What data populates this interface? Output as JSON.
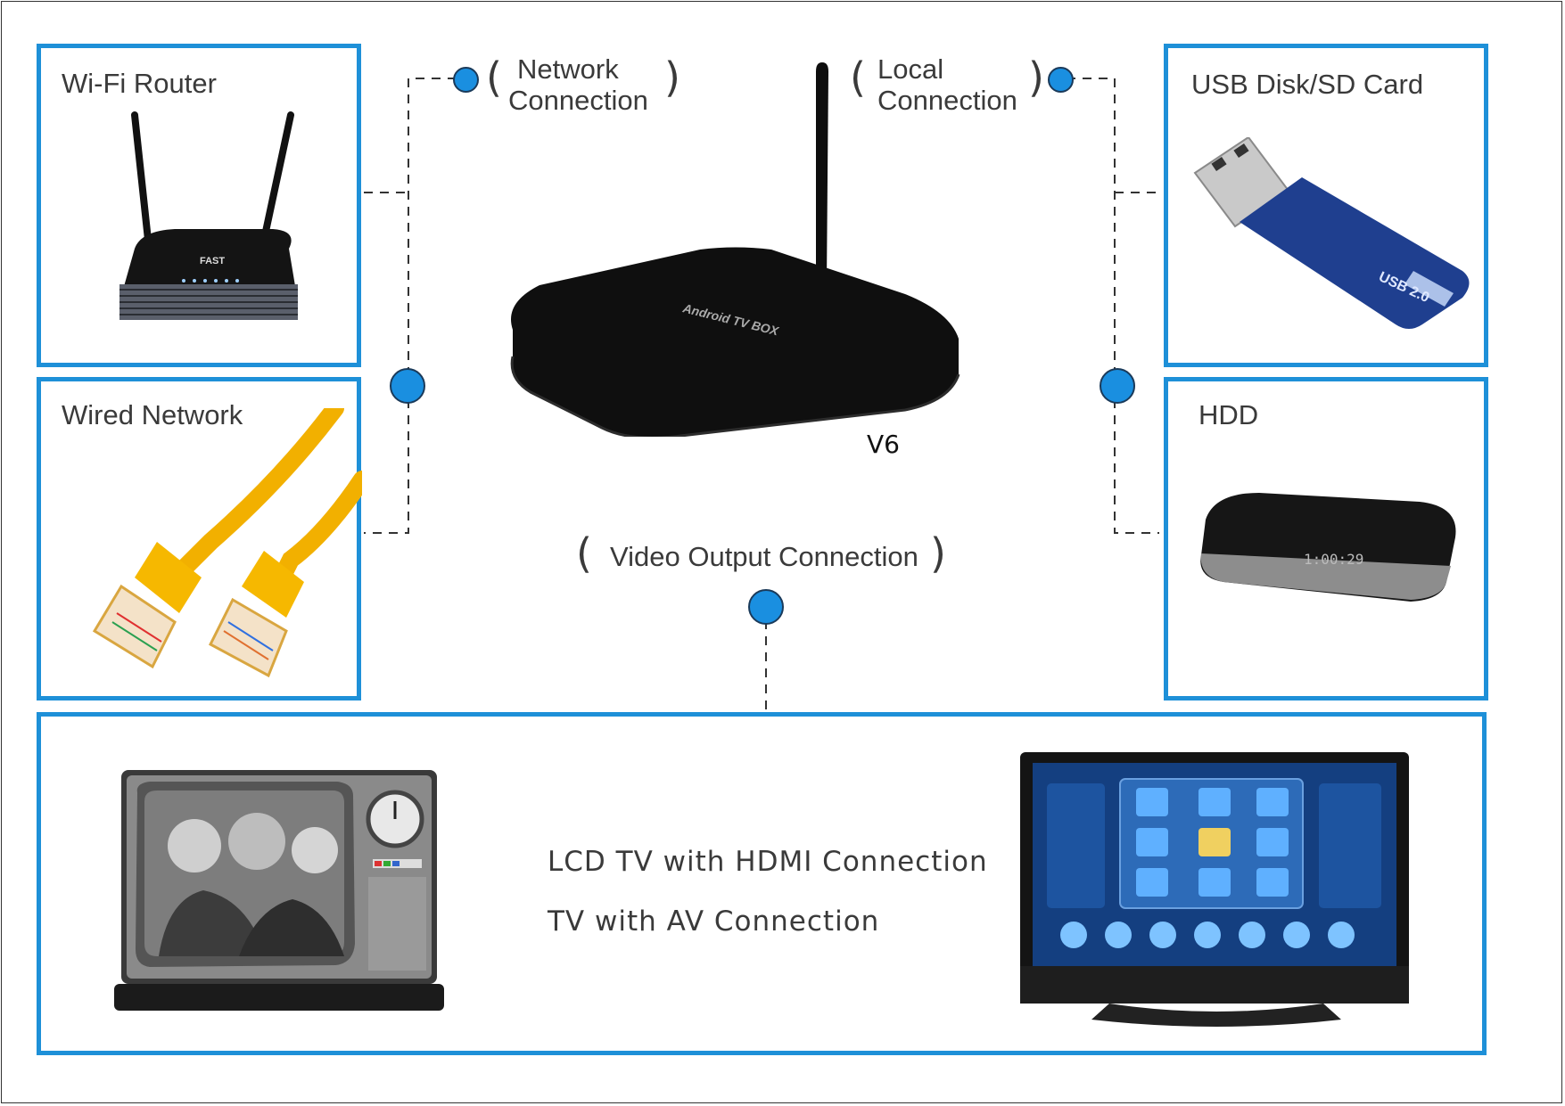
{
  "panels": {
    "wifi_router": "Wi-Fi Router",
    "wired_network": "Wired Network",
    "usb_disk": "USB Disk/SD Card",
    "hdd": "HDD"
  },
  "connections": {
    "network_line1": "Network",
    "network_line2": "Connection",
    "local_line1": "Local",
    "local_line2": "Connection",
    "video_output": "Video Output Connection"
  },
  "device": {
    "model": "V6",
    "box_label": "Android TV BOX"
  },
  "router": {
    "brand": "FAST"
  },
  "usb": {
    "badge": "USB 2.0"
  },
  "hdd_display": "1:00:29",
  "tv_outputs": {
    "lcd": "LCD TV with HDMI Connection",
    "av": "TV with AV Connection"
  },
  "colors": {
    "accent": "#1e90d8",
    "dot": "#1a8fe0",
    "text": "#3a3a3a"
  },
  "icons": [
    "wifi-router-icon",
    "ethernet-cable-icon",
    "usb-stick-icon",
    "hdd-player-icon",
    "android-tv-box-icon",
    "retro-tv-icon",
    "lcd-tv-icon"
  ]
}
